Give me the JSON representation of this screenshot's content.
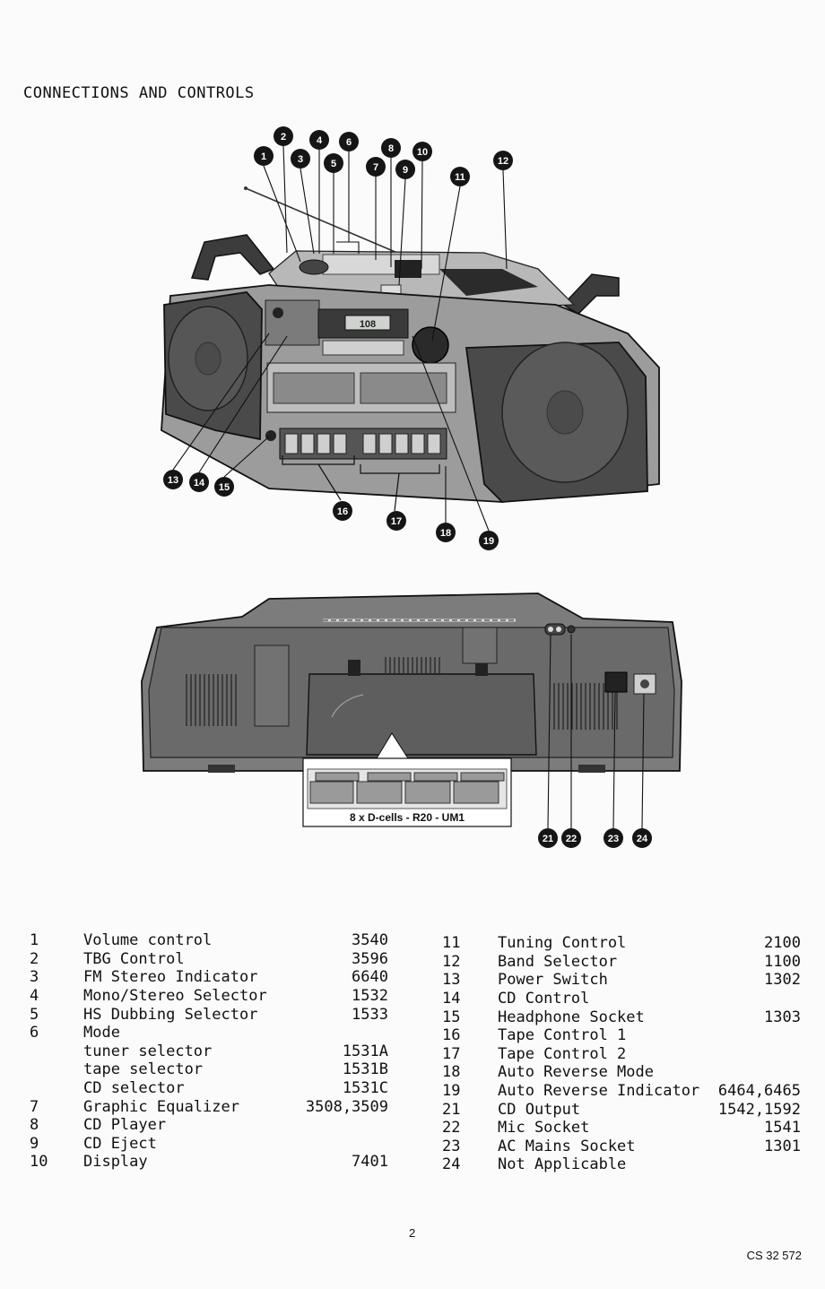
{
  "title": "CONNECTIONS AND CONTROLS",
  "front_callouts": [
    "1",
    "2",
    "3",
    "4",
    "5",
    "6",
    "7",
    "8",
    "9",
    "10",
    "11",
    "12",
    "13",
    "14",
    "15",
    "16",
    "17",
    "18",
    "19"
  ],
  "rear_callouts": [
    "21",
    "22",
    "23",
    "24"
  ],
  "display_readout": "108",
  "battery_caption": "8 x D-cells - R20 - UM1",
  "legend_left": [
    {
      "num": "1",
      "label": "Volume control",
      "code": "3540"
    },
    {
      "num": "2",
      "label": "TBG Control",
      "code": "3596"
    },
    {
      "num": "3",
      "label": "FM Stereo Indicator",
      "code": "6640"
    },
    {
      "num": "4",
      "label": "Mono/Stereo Selector",
      "code": "1532"
    },
    {
      "num": "5",
      "label": "HS Dubbing Selector",
      "code": "1533"
    },
    {
      "num": "6",
      "label": "Mode",
      "code": ""
    },
    {
      "num": "",
      "label": "tuner selector",
      "code": "1531A"
    },
    {
      "num": "",
      "label": "tape selector",
      "code": "1531B"
    },
    {
      "num": "",
      "label": "CD selector",
      "code": "1531C"
    },
    {
      "num": "7",
      "label": "Graphic Equalizer",
      "code": "3508,3509"
    },
    {
      "num": "8",
      "label": "CD Player",
      "code": ""
    },
    {
      "num": "9",
      "label": "CD Eject",
      "code": ""
    },
    {
      "num": "10",
      "label": "Display",
      "code": "7401"
    }
  ],
  "legend_right": [
    {
      "num": "11",
      "label": "Tuning Control",
      "code": "2100"
    },
    {
      "num": "12",
      "label": "Band Selector",
      "code": "1100"
    },
    {
      "num": "13",
      "label": "Power Switch",
      "code": "1302"
    },
    {
      "num": "14",
      "label": "CD Control",
      "code": ""
    },
    {
      "num": "15",
      "label": "Headphone Socket",
      "code": "1303"
    },
    {
      "num": "16",
      "label": "Tape Control 1",
      "code": ""
    },
    {
      "num": "17",
      "label": "Tape Control 2",
      "code": ""
    },
    {
      "num": "18",
      "label": "Auto Reverse Mode",
      "code": ""
    },
    {
      "num": "19",
      "label": "Auto Reverse Indicator",
      "code": "6464,6465"
    },
    {
      "num": "21",
      "label": "CD Output",
      "code": "1542,1592"
    },
    {
      "num": "22",
      "label": "Mic Socket",
      "code": "1541"
    },
    {
      "num": "23",
      "label": "AC Mains Socket",
      "code": "1301"
    },
    {
      "num": "24",
      "label": "Not Applicable",
      "code": ""
    }
  ],
  "page_number": "2",
  "document_code": "CS 32 572"
}
